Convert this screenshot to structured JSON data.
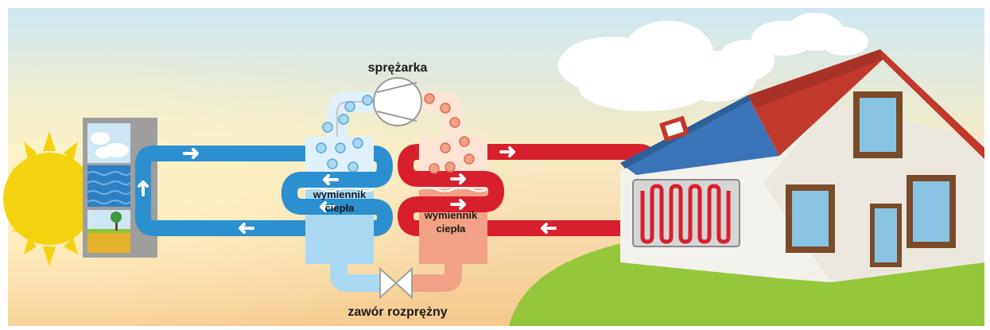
{
  "labels": {
    "compressor": "sprężarka",
    "expansion_valve": "zawór rozprężny",
    "heat_exchanger_cold_line1": "wymiennik",
    "heat_exchanger_cold_line2": "ciepła",
    "heat_exchanger_hot_line1": "wymiennik",
    "heat_exchanger_hot_line2": "ciepła"
  },
  "colors": {
    "cold_loop": "#2b8fd0",
    "cold_tank": "#a9d9f3",
    "hot_loop": "#d81f2c",
    "hot_tank": "#f2a184",
    "sun": "#f5d20f",
    "roof": "#3a74b8",
    "house_wall": "#f3f1ec",
    "grass": "#95c63b"
  },
  "icons": {
    "sun": "sun-icon",
    "source_panel": "heat-source-panel",
    "compressor": "compressor-icon",
    "valve": "expansion-valve-icon",
    "radiator": "underfloor-heating-coil",
    "house": "house-illustration"
  }
}
